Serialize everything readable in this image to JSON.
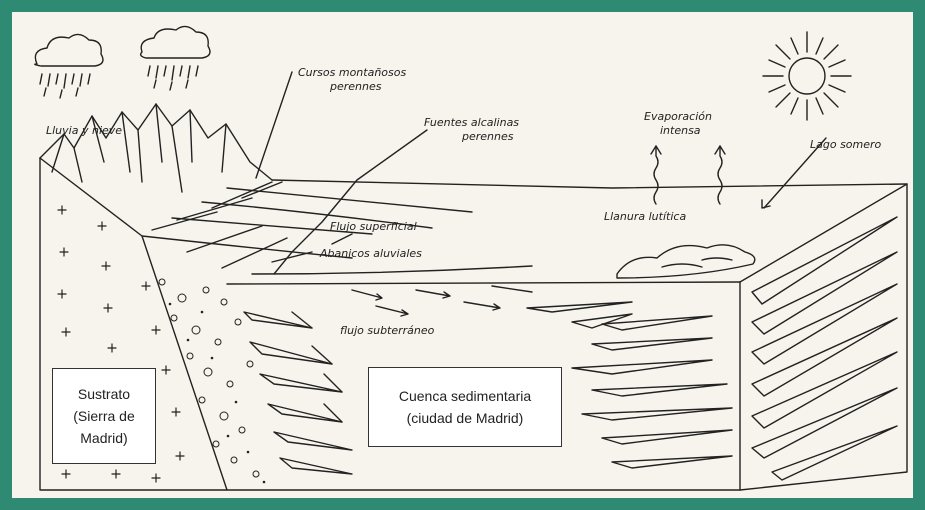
{
  "labels": {
    "lluvia": "Lluvia y nieve",
    "cursos_1": "Cursos montañosos",
    "cursos_2": "perennes",
    "fuentes_1": "Fuentes alcalinas",
    "fuentes_2": "perennes",
    "evaporacion_1": "Evaporación",
    "evaporacion_2": "intensa",
    "lago": "Lago somero",
    "flujo_superficial": "Flujo superficial",
    "abanicos": "Abanicos aluviales",
    "llanura": "Llanura lutítica",
    "flujo_subterraneo": "flujo subterráneo"
  },
  "boxes": {
    "sustrato": [
      "Sustrato",
      "(Sierra de",
      "Madrid)"
    ],
    "cuenca": [
      "Cuenca sedimentaria",
      "(ciudad de Madrid)"
    ]
  },
  "colors": {
    "frame": "#2e8a73",
    "paper": "#f6f4ec",
    "ink": "#222222"
  },
  "icons": [
    "rain-cloud-icon",
    "sun-icon"
  ]
}
